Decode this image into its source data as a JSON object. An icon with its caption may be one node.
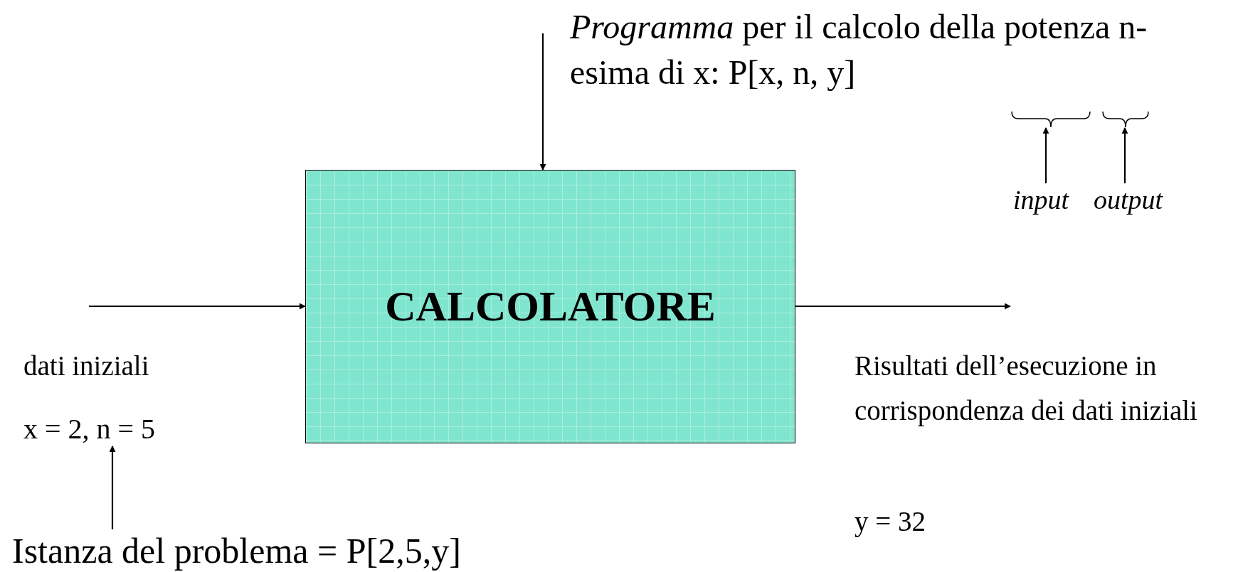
{
  "diagram": {
    "nodes": [
      {
        "text": [
          "*Programma* per il calcolo della potenza n-esima di x: P[x, n, y]"
        ]
      },
      {
        "text": [],
        "shape": "brace"
      },
      {
        "text": [],
        "shape": "brace"
      },
      {
        "text": [
          "input"
        ]
      },
      {
        "text": [
          "output"
        ]
      },
      {
        "text": [
          "CALCOLATORE"
        ]
      },
      {
        "text": [
          "x = 2, n = 5"
        ]
      },
      {
        "text": [
          "Istanza del problema = P[2,5,y]"
        ]
      }
    ],
    "edges": [
      {
        "from": 0,
        "to": 5,
        "arrow": "to"
      },
      {
        "from": 3,
        "to": 1,
        "arrow": "to"
      },
      {
        "from": 4,
        "to": 2,
        "arrow": "to"
      },
      {
        "from": null,
        "to": 5,
        "arrow": "to"
      },
      {
        "from": 5,
        "to": null,
        "arrow": "to"
      },
      {
        "from": 7,
        "to": 6,
        "arrow": "to"
      }
    ],
    "labels": [
      "dati iniziali",
      "Risultati dell’esecuzione in corrispondenza dei dati iniziali",
      "y = 32"
    ]
  }
}
